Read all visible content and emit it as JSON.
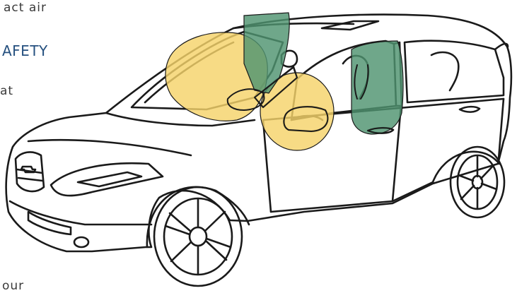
{
  "text_fragments": {
    "line1": "act air",
    "heading": "AFETY",
    "line3": "at",
    "line4": "our"
  },
  "colors": {
    "front_airbag": "#f5d36a",
    "side_curtain_airbag": "#4f9470",
    "heading_text": "#25507f",
    "body_text": "#3a3a3a",
    "outline": "#1a1a1a"
  }
}
